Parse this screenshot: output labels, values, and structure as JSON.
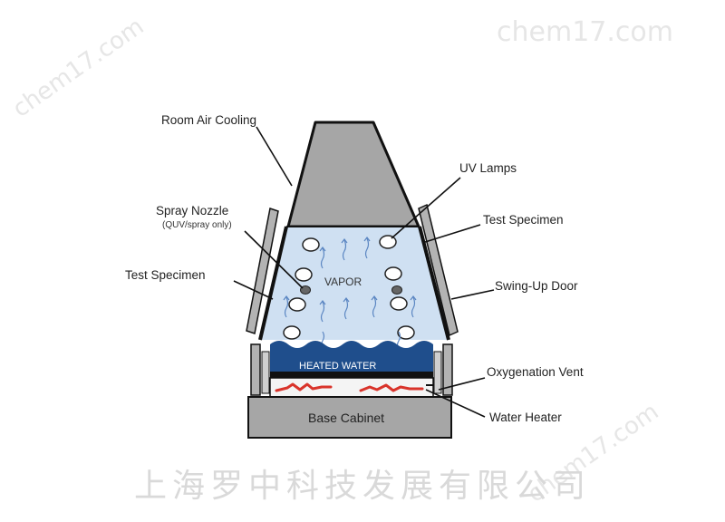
{
  "watermark": "chem17.com",
  "company_name": "上海罗中科技发展有限公司",
  "labels": {
    "room_air_cooling": "Room Air Cooling",
    "spray_nozzle": "Spray Nozzle",
    "spray_nozzle_note": "(QUV/spray only)",
    "test_specimen_left": "Test Specimen",
    "uv_lamps": "UV Lamps",
    "test_specimen_right": "Test Specimen",
    "swing_up_door": "Swing-Up Door",
    "oxygenation_vent": "Oxygenation Vent",
    "water_heater": "Water Heater"
  },
  "chamber": {
    "vapor": "VAPOR",
    "heated_water": "HEATED WATER",
    "base_cabinet": "Base Cabinet"
  },
  "colors": {
    "gray_body": "#a6a6a6",
    "vapor_fill": "#cfe0f2",
    "water_blue": "#1f4e8c",
    "heater_red": "#d9342b",
    "arrow_blue": "#5b86c2"
  }
}
